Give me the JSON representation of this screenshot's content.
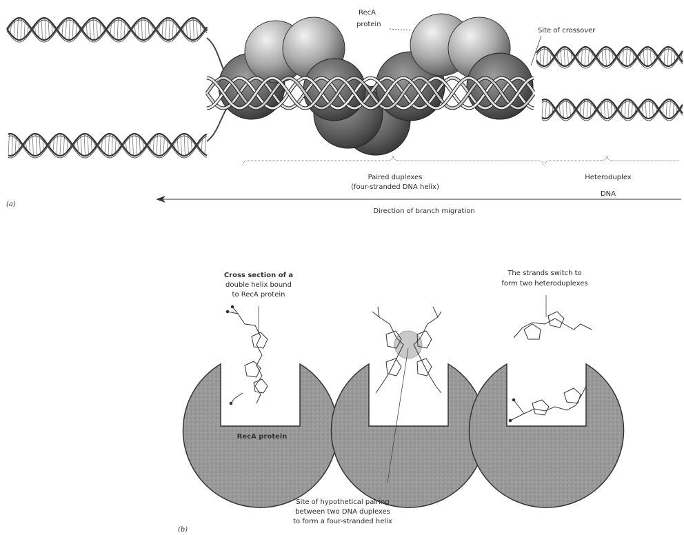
{
  "panel_a": {
    "panel_label": "(a)",
    "reca_protein_label": [
      "RecA",
      "protein"
    ],
    "site_of_crossover": "Site of crossover",
    "paired_duplexes_label": [
      "Paired duplexes",
      "(four-stranded DNA helix)"
    ],
    "heteroduplex_label": [
      "Heteroduplex",
      "DNA"
    ],
    "branch_migration_label": "Direction of branch migration"
  },
  "panel_b": {
    "panel_label": "(b)",
    "cross_section_label": [
      "Cross section of a",
      "double helix bound",
      "to RecA protein"
    ],
    "strands_switch_label": [
      "The strands switch to",
      "form two heteroduplexes"
    ],
    "reca_protein_label": "RecA protein",
    "hypothetical_pairing_label": [
      "Site of hypothetical pairing",
      "between two DNA duplexes",
      "to form a four-stranded helix"
    ]
  }
}
